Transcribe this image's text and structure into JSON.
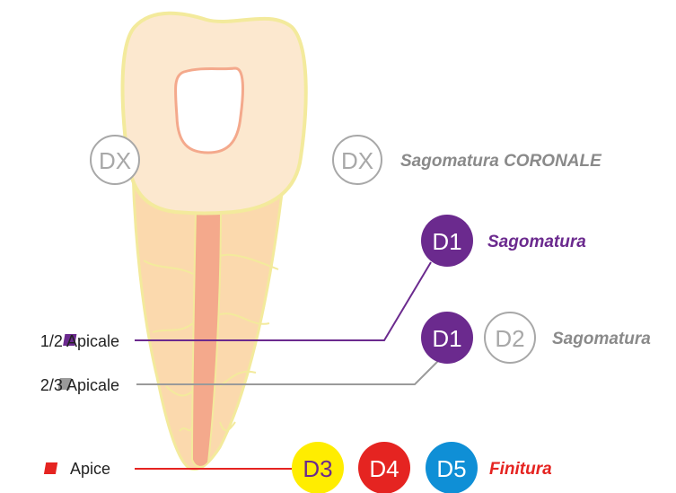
{
  "colors": {
    "purple": "#6b2a8e",
    "gray": "#9a9a9a",
    "red": "#e52421",
    "yellow": "#ffed00",
    "blue": "#0f8fd6",
    "crown_fill": "#fce8cf",
    "root_fill": "#fbd9ad",
    "canal_fill": "#f4a98c",
    "outline": "#f3ea9c"
  },
  "badges": {
    "dx_tooth": "DX",
    "dx_row": "DX",
    "d1_top": "D1",
    "d1_mid": "D1",
    "d2": "D2",
    "d3": "D3",
    "d4": "D4",
    "d5": "D5"
  },
  "labels": {
    "coronale": "Sagomatura CORONALE",
    "sagomatura_1": "Sagomatura",
    "sagomatura_2": "Sagomatura",
    "finitura": "Finitura"
  },
  "side_labels": {
    "half_apical": "1/2 Apicale",
    "two_thirds_apical": "2/3 Apicale",
    "apex": "Apice"
  }
}
